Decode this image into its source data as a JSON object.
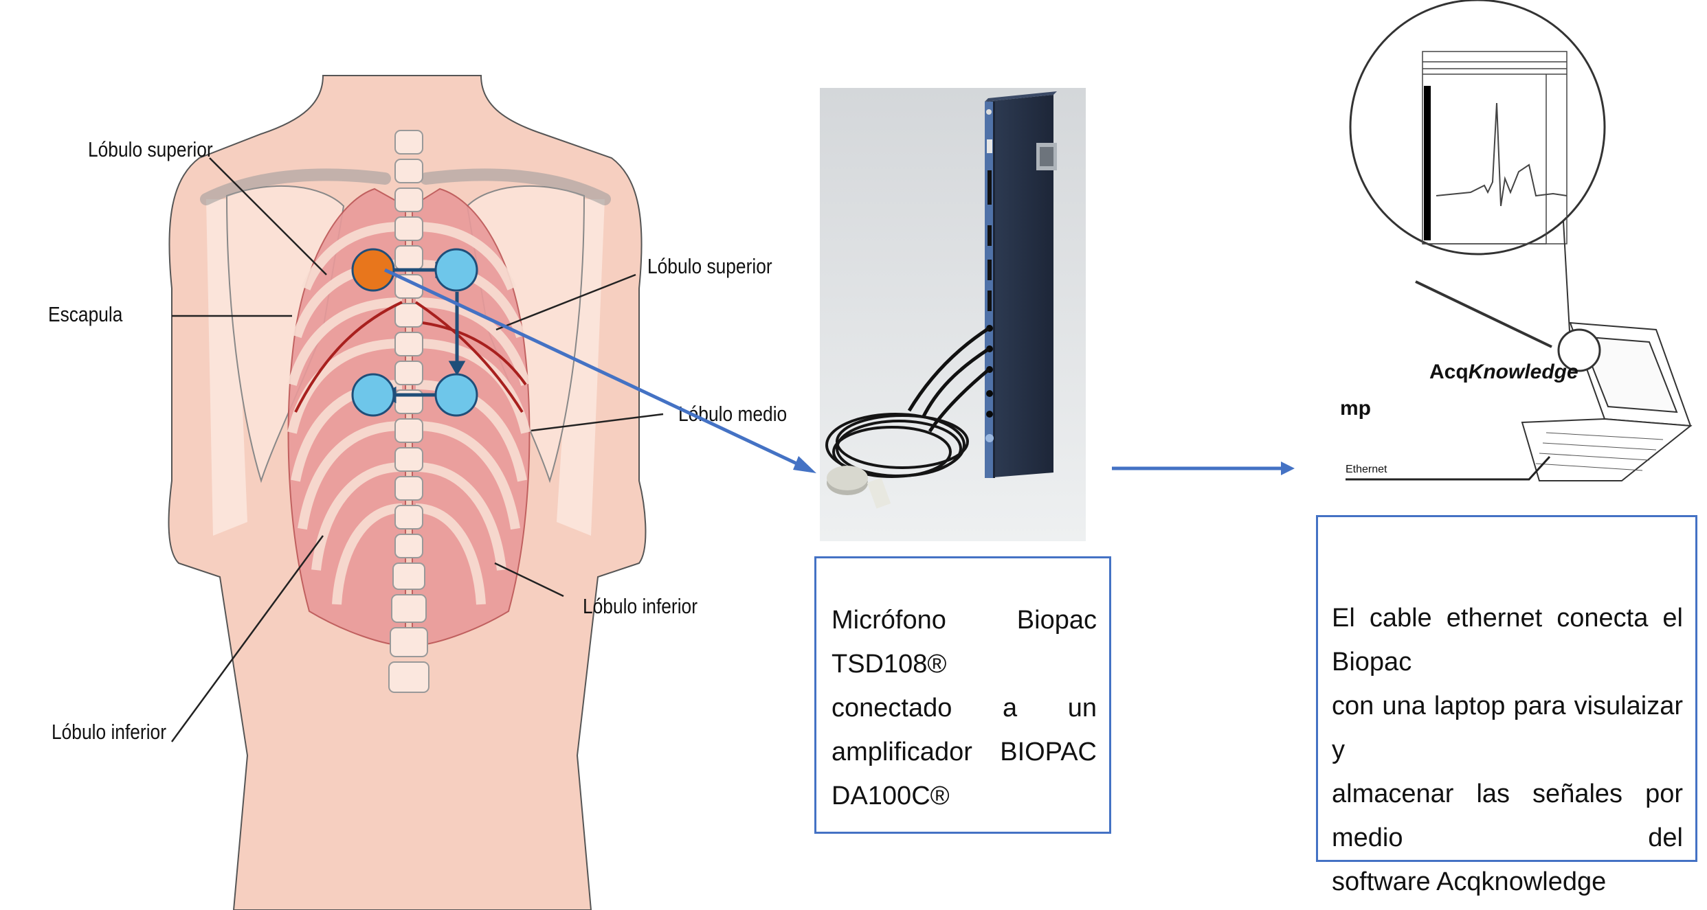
{
  "anatomy": {
    "labels": {
      "lobulo_superior_left": "Lóbulo superior",
      "lobulo_superior_right": "Lóbulo superior",
      "escapula": "Escapula",
      "lobulo_medio": "Lóbulo medio",
      "lobulo_inferior_right": "Lóbulo inferior",
      "lobulo_inferior_left": "Lóbulo inferior"
    },
    "markers": {
      "start_color": "#e8761c",
      "point_color": "#6ec6ea"
    }
  },
  "device_box": {
    "lines": [
      "Micrófono Biopac TSD108®",
      "conectado a un",
      "amplificador BIOPAC",
      "DA100C®"
    ]
  },
  "laptop": {
    "software_label_prefix": "Acq",
    "software_label_italic": "Knowledge",
    "mp_label": "mp",
    "ethernet_label": "Ethernet"
  },
  "laptop_box": {
    "lines": [
      "El cable ethernet conecta el Biopac",
      "con una laptop para visulaizar y",
      "almacenar las señales por medio del",
      "software Acqknowledge"
    ]
  },
  "colors": {
    "arrow_blue": "#4472c4",
    "box_border": "#4472c4",
    "skin": "#f6cfc0",
    "lung": "#e99a9a"
  }
}
